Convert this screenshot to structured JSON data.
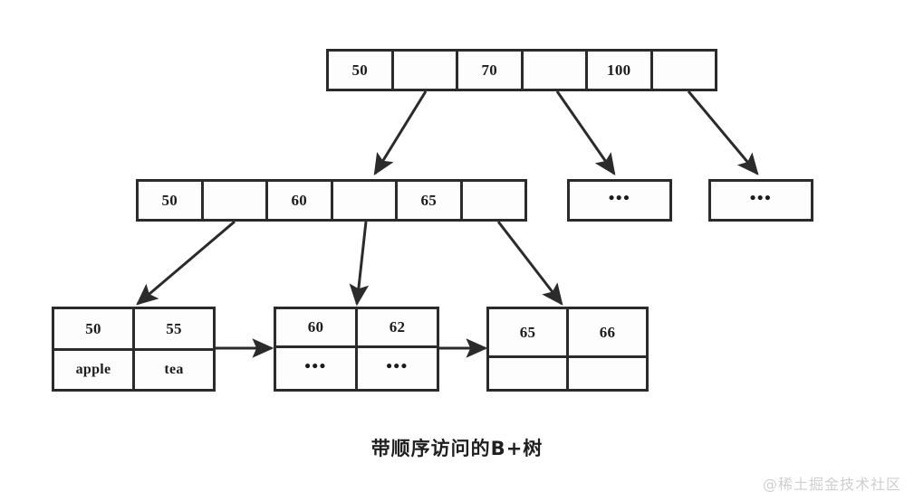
{
  "diagram": {
    "title": "带顺序访问的B+树",
    "watermark": "@稀土掘金技术社区",
    "colors": {
      "background": "#ffffff",
      "stroke": "#2b2b2b",
      "text": "#1c1c1c",
      "watermark": "#cfcfcf"
    },
    "root": {
      "cells": [
        "50",
        "",
        "70",
        "",
        "100",
        ""
      ]
    },
    "internal": {
      "cells": [
        "50",
        "",
        "60",
        "",
        "65",
        ""
      ]
    },
    "stubs": [
      {
        "label": "•••"
      },
      {
        "label": "•••"
      }
    ],
    "leaves": [
      {
        "keys": [
          "50",
          "55"
        ],
        "values": [
          "apple",
          "tea"
        ]
      },
      {
        "keys": [
          "60",
          "62"
        ],
        "values": [
          "•••",
          "•••"
        ]
      },
      {
        "keys": [
          "65",
          "66"
        ],
        "values": [
          "",
          ""
        ]
      }
    ]
  }
}
